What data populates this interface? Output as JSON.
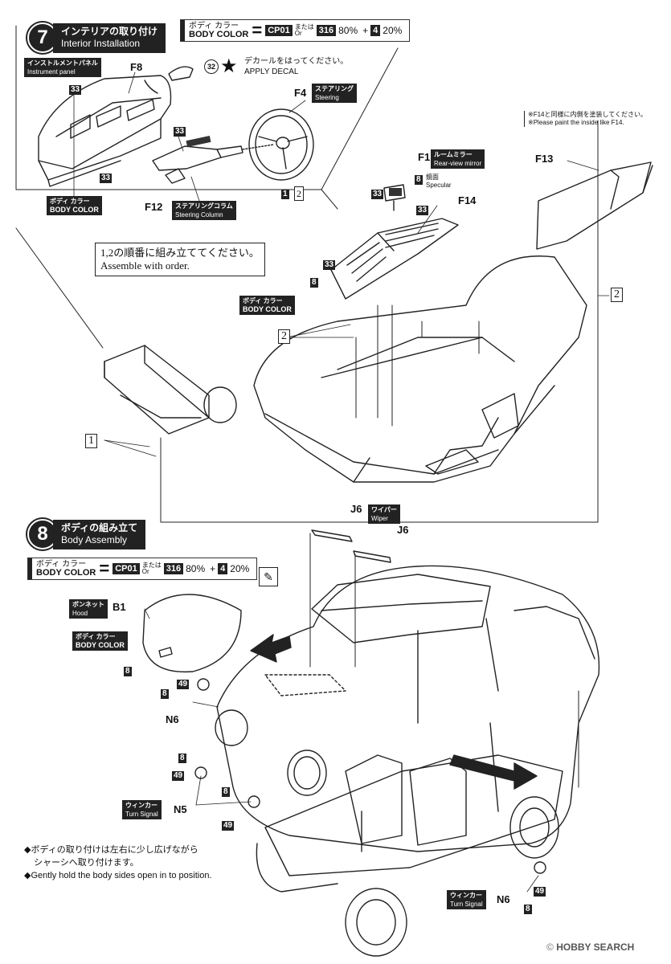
{
  "step7": {
    "number": "7",
    "title_jp": "インテリアの取り付け",
    "title_en": "Interior Installation",
    "body_color": {
      "label_jp": "ボディ カラー",
      "label_en": "BODY COLOR",
      "equals": "=",
      "paint1": "CP01",
      "or_jp": "または",
      "or_en": "Or",
      "paint2": "316",
      "pct2": "80%",
      "plus": "+",
      "paint3": "4",
      "pct3": "20%"
    },
    "instrument_panel": {
      "jp": "インストルメントパネル",
      "en": "Instrument panel",
      "part": "F8"
    },
    "decal": {
      "num": "32",
      "star": "★",
      "jp": "デカールをはってください。",
      "en": "APPLY DECAL"
    },
    "steering": {
      "part": "F4",
      "jp": "ステアリング",
      "en": "Steering"
    },
    "steering_column": {
      "part": "F12",
      "jp": "ステアリングコラム",
      "en": "Steering Column"
    },
    "body_color_small": {
      "jp": "ボディ カラー",
      "en": "BODY COLOR"
    },
    "paint_33": "33",
    "order_1": "1",
    "order_2": "2",
    "assemble_jp": "1,2の順番に組み立ててください。",
    "assemble_en": "Assemble with order.",
    "rear_view_mirror": {
      "part": "F1",
      "jp": "ルームミラー",
      "en": "Rear-view mirror",
      "paint": "8",
      "paint_jp": "鏡面",
      "paint_en": "Specular"
    },
    "f14": {
      "part": "F14"
    },
    "f13": {
      "part": "F13",
      "note_jp": "※F14と同様に内側を塗装してください。",
      "note_en": "※Please paint the inside like F14."
    },
    "box_1": "1",
    "box_2": "2"
  },
  "step8": {
    "number": "8",
    "title_jp": "ボディの組み立て",
    "title_en": "Body Assembly",
    "body_color": {
      "label_jp": "ボディ カラー",
      "label_en": "BODY COLOR",
      "equals": "=",
      "paint1": "CP01",
      "or_jp": "または",
      "or_en": "Or",
      "paint2": "316",
      "pct2": "80%",
      "plus": "+",
      "paint3": "4",
      "pct3": "20%"
    },
    "wiper": {
      "part1": "J6",
      "part2": "J6",
      "jp": "ワイパー",
      "en": "Wiper"
    },
    "hood": {
      "part": "B1",
      "jp": "ボンネット",
      "en": "Hood",
      "bc_jp": "ボディ カラー",
      "bc_en": "BODY COLOR",
      "paint": "8"
    },
    "turn_signal": {
      "jp": "ウィンカー",
      "en": "Turn Signal",
      "part_a": "N6",
      "part_b": "N5",
      "part_c": "N6",
      "paint_a": "8",
      "paint_b": "49"
    },
    "notes": [
      "◆ボディの取り付けは左右に少し広げながら",
      "シャーシへ取り付けます。",
      "◆Gently hold the body sides open in to position."
    ]
  },
  "watermark": {
    "brand": "HOBBY SEARCH",
    "copy": "©"
  }
}
